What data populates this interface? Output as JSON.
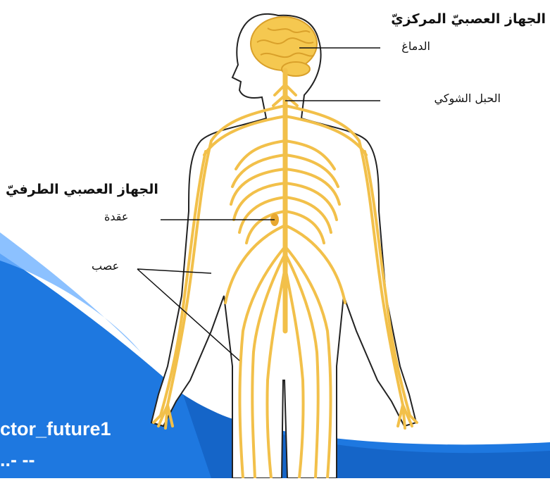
{
  "labels": {
    "central_title": "الجهاز العصبيّ المركزيّ",
    "brain": "الدماغ",
    "spinal_cord": "الحبل الشوكي",
    "peripheral_title": "الجهاز العصبي الطرفيّ",
    "ganglion": "عقدة",
    "nerve": "عصب"
  },
  "watermark": {
    "line1": "ctor_future1",
    "line2": "..- --"
  },
  "colors": {
    "nerve": "#f2c04a",
    "nerve_dark": "#d9a02a",
    "brain": "#f5c850",
    "outline": "#222222",
    "watermark_blue": "#1e78e0",
    "watermark_light": "#6fb2ff"
  }
}
